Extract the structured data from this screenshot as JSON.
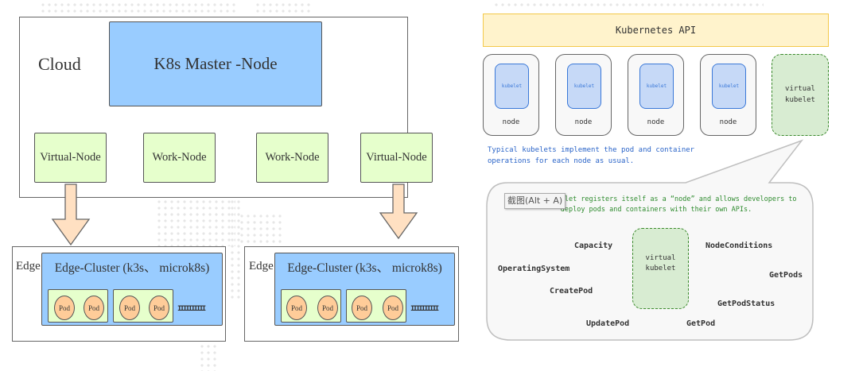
{
  "left_diagram": {
    "cloud": {
      "label": "Cloud",
      "master_node": "K8s Master -Node",
      "worker_nodes": [
        {
          "label": "Virtual-Node"
        },
        {
          "label": "Work-Node"
        },
        {
          "label": "Work-Node"
        },
        {
          "label": "Virtual-Node"
        }
      ]
    },
    "edges": [
      {
        "label": "Edge",
        "cluster_title": "Edge-Cluster (k3s、 microk8s)",
        "pod_groups": [
          [
            "Pod",
            "Pod"
          ],
          [
            "Pod",
            "Pod"
          ]
        ],
        "more": "IIIIIIIIII"
      },
      {
        "label": "Edge",
        "cluster_title": "Edge-Cluster (k3s、 microk8s)",
        "pod_groups": [
          [
            "Pod",
            "Pod"
          ],
          [
            "Pod",
            "Pod"
          ]
        ],
        "more": "IIIIIIIIII"
      }
    ],
    "colors": {
      "master": "#99ccff",
      "node": "#e6ffcc",
      "pod": "#ffcc99",
      "arrow": "#ffe0c2"
    }
  },
  "right_diagram": {
    "api_title": "Kubernetes API",
    "nodes": [
      {
        "inner": "kubelet",
        "label": "node"
      },
      {
        "inner": "kubelet",
        "label": "node"
      },
      {
        "inner": "kubelet",
        "label": "node"
      },
      {
        "inner": "kubelet",
        "label": "node"
      }
    ],
    "virtual_kubelet": {
      "line1": "virtual",
      "line2": "kubelet"
    },
    "typical_text": {
      "line1": "Typical kubelets implement the pod and container",
      "line2": "operations for each node as usual."
    },
    "callout": {
      "description_line1": "Virtual Kubelet registers itself as a “node” and allows developers to",
      "description_line2": "deploy pods and containers with their own APIs.",
      "center": {
        "line1": "virtual",
        "line2": "kubelet"
      },
      "api_methods": [
        "Capacity",
        "NodeConditions",
        "OperatingSystem",
        "GetPods",
        "CreatePod",
        "GetPodStatus",
        "UpdatePod",
        "GetPod"
      ]
    },
    "colors": {
      "api_fill": "#fff3cc",
      "api_border": "#f3c94a",
      "kubelet_fill": "#c6d9f7",
      "kubelet_border": "#3a78d8",
      "virtual_fill": "#d8ecd2",
      "virtual_border": "#3c8a2e",
      "typical_text": "#2a64c8",
      "description_text": "#2e8b2e"
    }
  },
  "overlay": {
    "screenshot_tooltip": "截图(Alt + A)"
  }
}
